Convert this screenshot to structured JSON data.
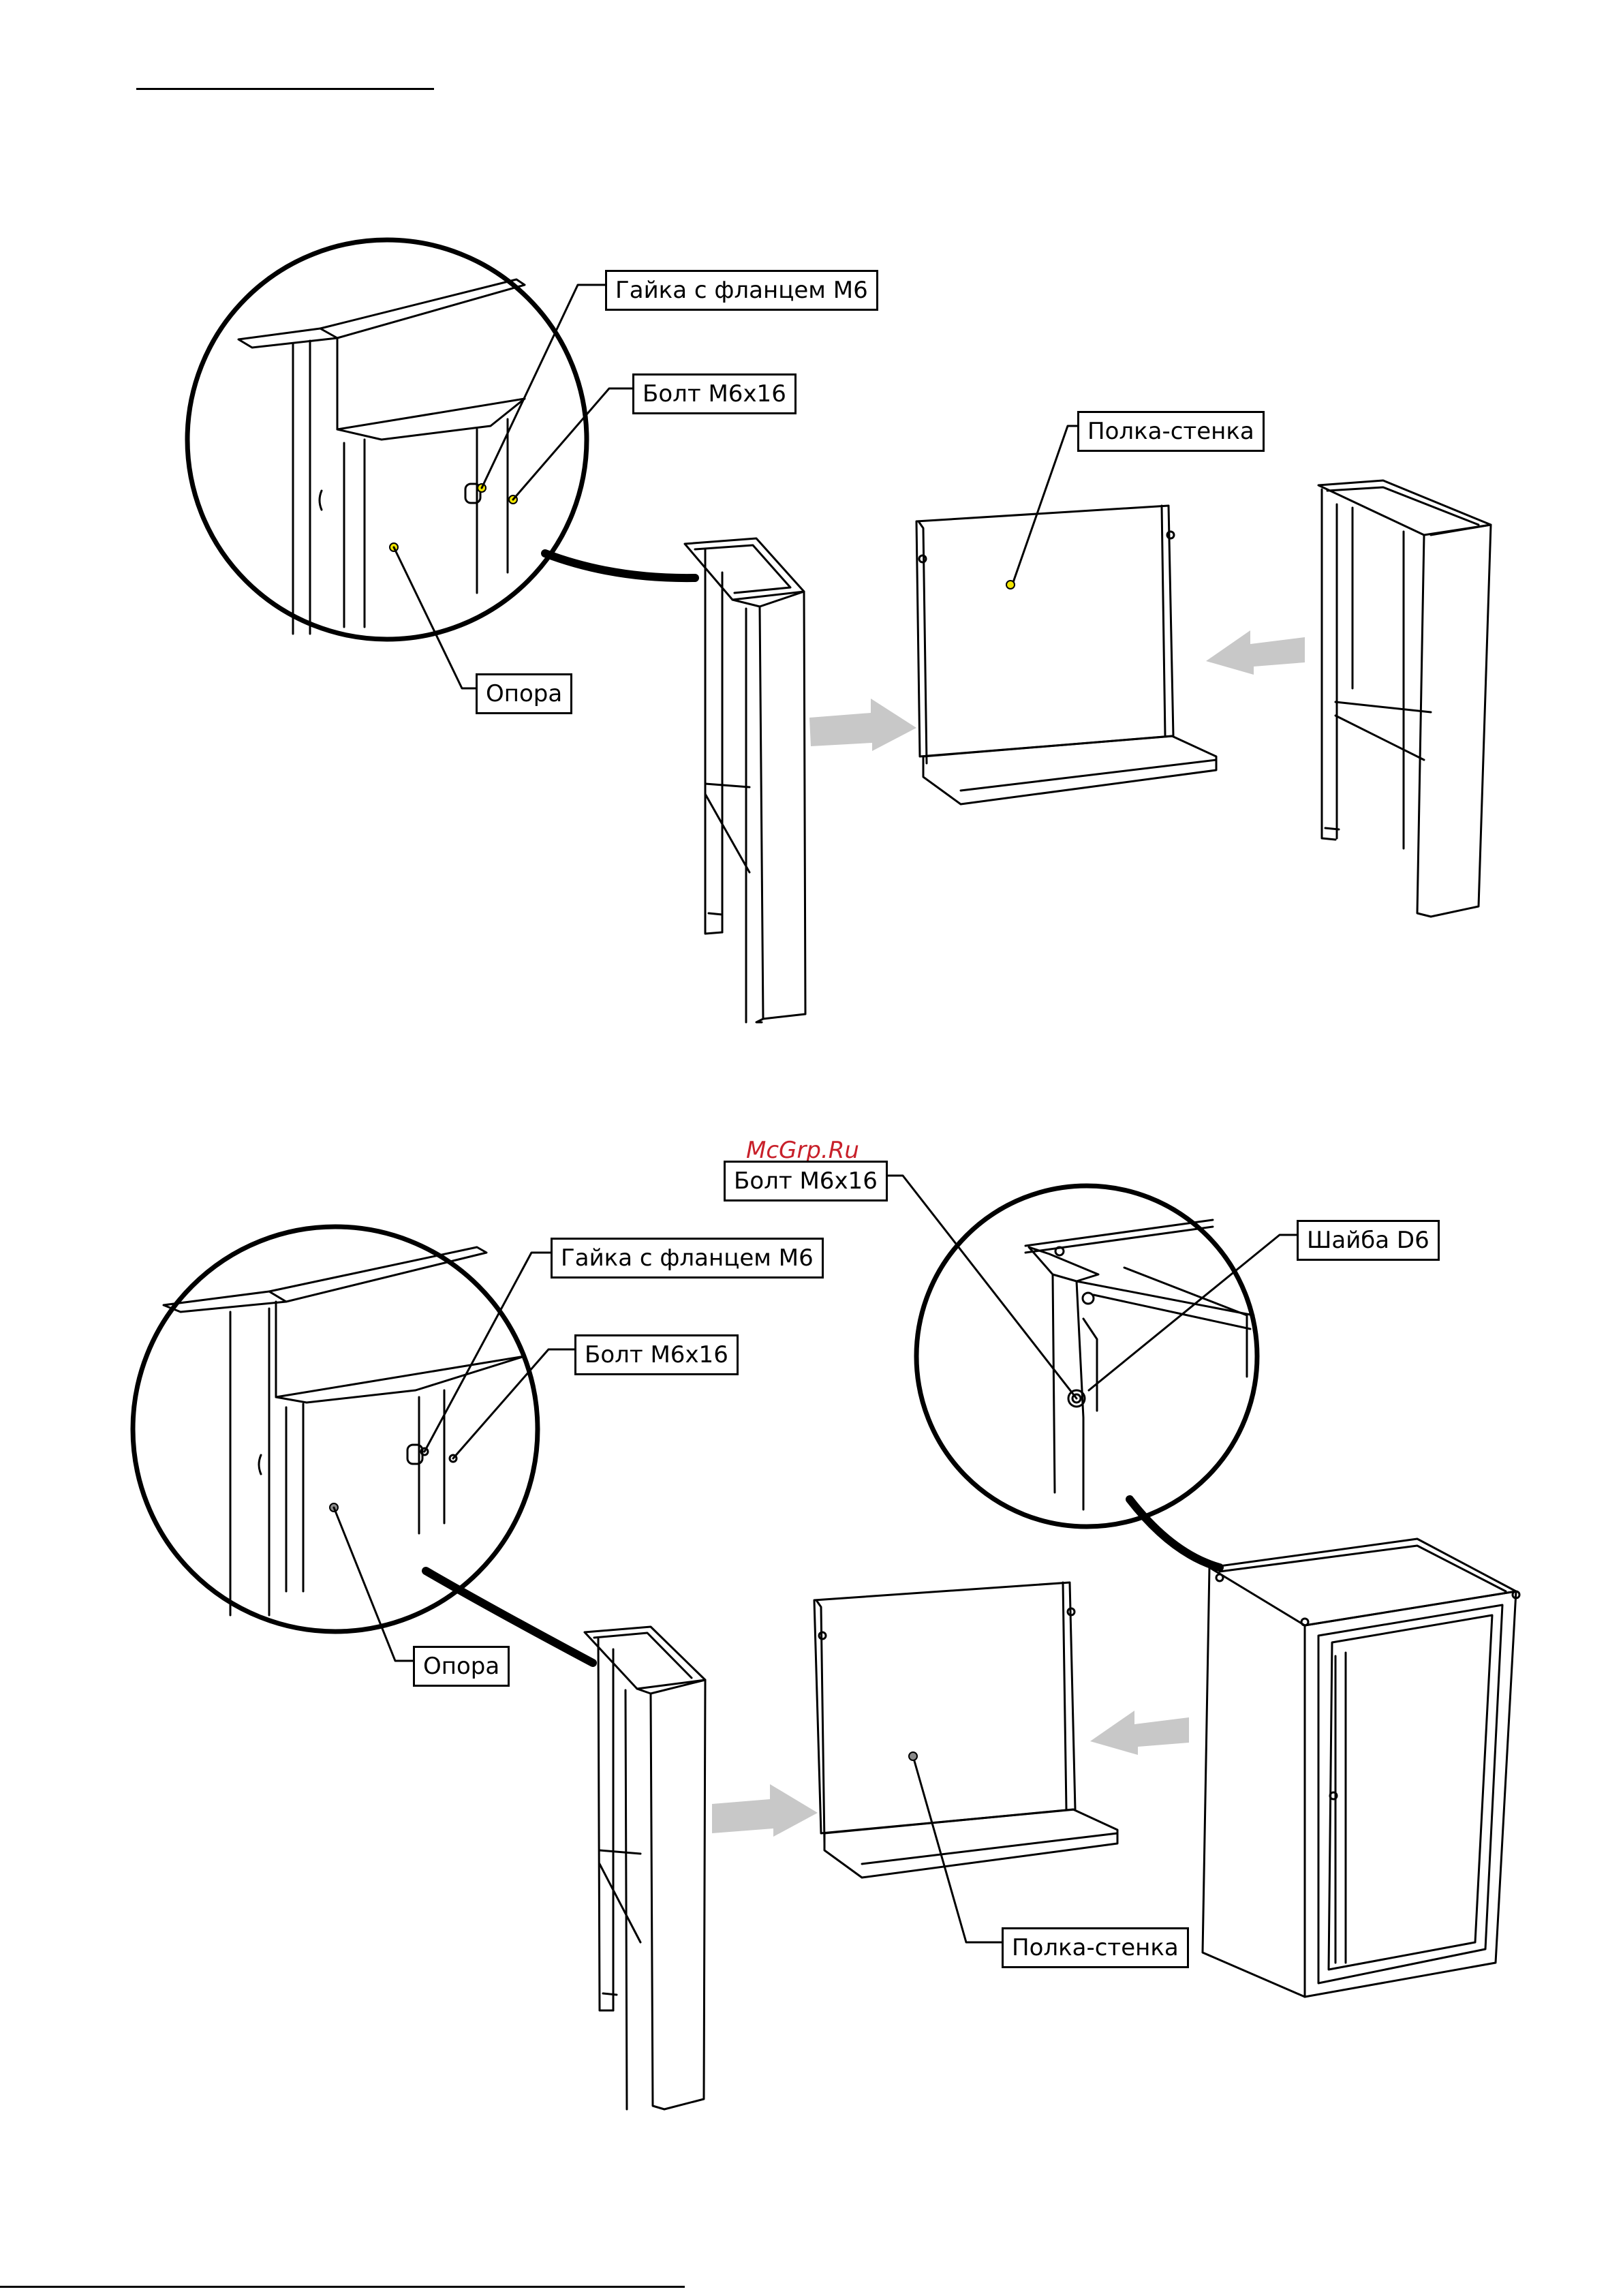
{
  "page": {
    "watermark": "McGrp.Ru"
  },
  "step_top": {
    "labels": {
      "nut": "Гайка с фланцем М6",
      "bolt": "Болт М6х16",
      "shelf": "Полка-стенка",
      "support": "Опора"
    }
  },
  "step_bottom": {
    "labels": {
      "bolt_detail": "Болт М6х16",
      "washer": "Шайба D6",
      "nut": "Гайка с фланцем М6",
      "bolt": "Болт М6х16",
      "support": "Опора",
      "shelf": "Полка-стенка"
    }
  },
  "colors": {
    "ink": "#000000",
    "arrow_fill": "#c8c8c8",
    "marker_yellow": "#f2e600",
    "marker_grey": "#8a8a8a",
    "watermark": "#c8202a"
  }
}
